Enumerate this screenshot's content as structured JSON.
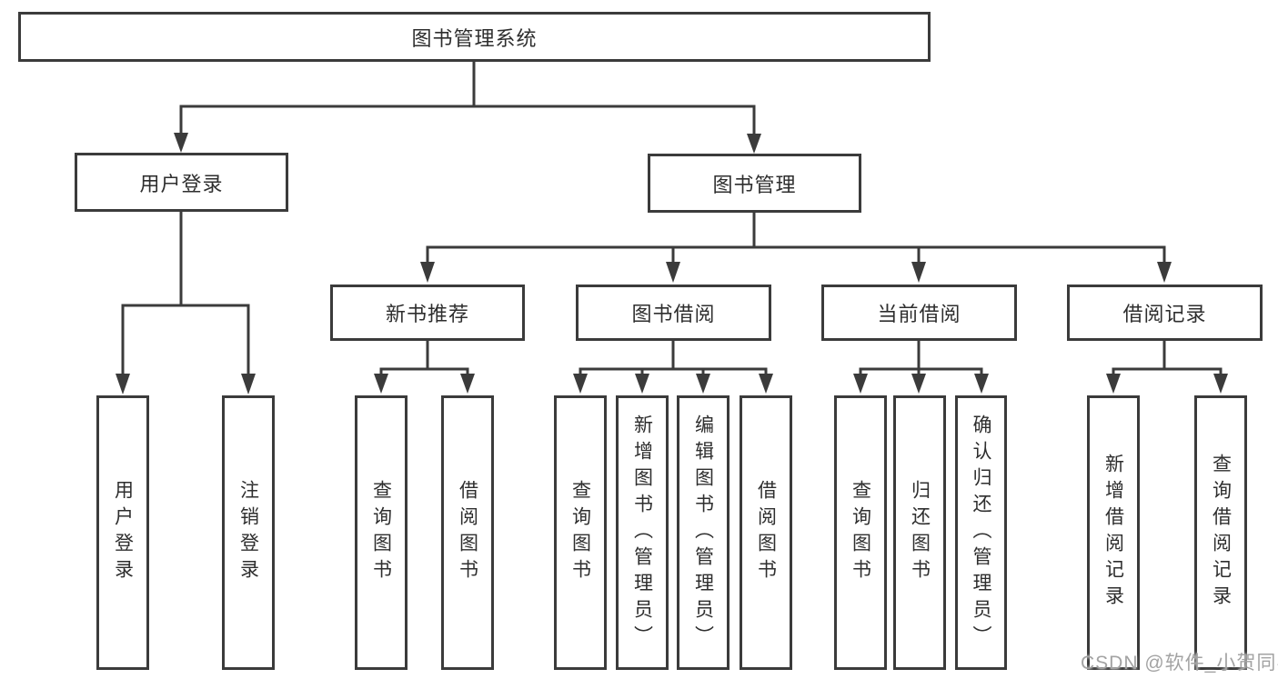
{
  "diagram": {
    "title_node": {
      "label": "图书管理系统"
    },
    "level2": {
      "user_login": {
        "label": "用户登录"
      },
      "book_mgmt": {
        "label": "图书管理"
      }
    },
    "level3": {
      "new_book_rec": {
        "label": "新书推荐"
      },
      "book_borrow": {
        "label": "图书借阅"
      },
      "current_borrow": {
        "label": "当前借阅"
      },
      "borrow_record": {
        "label": "借阅记录"
      }
    },
    "leaves": {
      "user_login_leaf": {
        "label": "用户登录"
      },
      "logout_leaf": {
        "label": "注销登录"
      },
      "rec_query_book": {
        "label": "查询图书"
      },
      "rec_borrow_book": {
        "label": "借阅图书"
      },
      "bb_query_book": {
        "label": "查询图书"
      },
      "bb_add_book": {
        "label": "新增图书（管理员）"
      },
      "bb_edit_book": {
        "label": "编辑图书（管理员）"
      },
      "bb_borrow_book": {
        "label": "借阅图书"
      },
      "cb_query_book": {
        "label": "查询图书"
      },
      "cb_return_book": {
        "label": "归还图书"
      },
      "cb_confirm_return": {
        "label": "确认归还（管理员）"
      },
      "br_add_record": {
        "label": "新增借阅记录"
      },
      "br_query_record": {
        "label": "查询借阅记录"
      }
    }
  },
  "watermark": {
    "text": "CSDN @软件_小贺同学"
  },
  "colors": {
    "line": "#3b3b3b",
    "text": "#2e2e2e",
    "background": "#ffffff",
    "watermark_text": "#a3a3a3"
  }
}
